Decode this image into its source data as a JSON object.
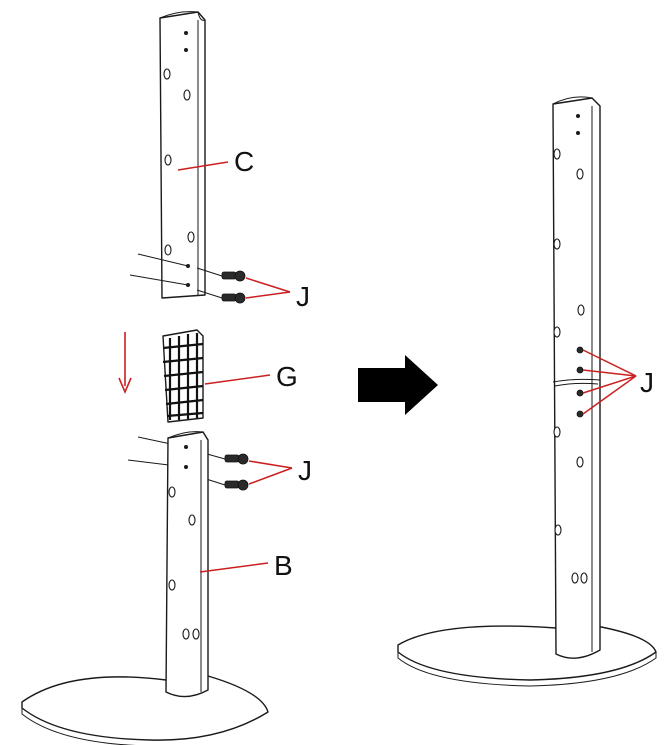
{
  "labels": {
    "column_upper": "C",
    "connector": "G",
    "screws_upper": "J",
    "screws_lower": "J",
    "column_lower": "B",
    "screws_assembled": "J"
  },
  "colors": {
    "leader_line": "#cc1f1f",
    "outline": "#1a1a1a",
    "arrow": "#000000"
  },
  "icons": {
    "direction_arrow": "down-arrow-icon",
    "result_arrow": "right-arrow-icon"
  }
}
